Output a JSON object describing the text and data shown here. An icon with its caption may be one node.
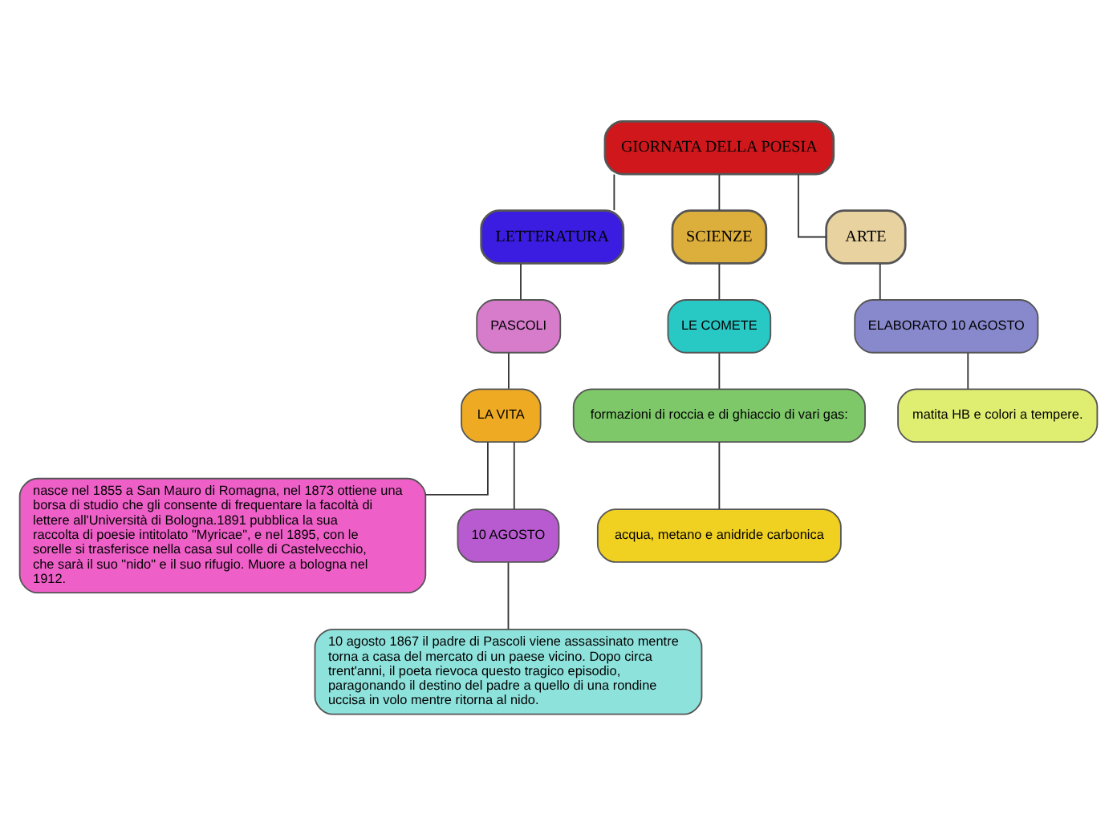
{
  "diagram": {
    "nodes": [
      {
        "text": [
          "GIORNATA DELLA POESIA"
        ]
      },
      {
        "text": [
          "LETTERATURA"
        ]
      },
      {
        "text": [
          "SCIENZE"
        ]
      },
      {
        "text": [
          "ARTE"
        ]
      },
      {
        "text": [
          "PASCOLI"
        ]
      },
      {
        "text": [
          "LA VITA"
        ]
      },
      {
        "text": [
          "nasce nel 1855 a San Mauro di Romagna, nel 1873 ottiene una borsa di studio che gli consente di frequentare la facoltà di lettere all'Università di Bologna.1891 pubblica la sua raccolta di poesie intitolato \"Myricae\", e nel 1895, con le sorelle si trasferisce nella casa sul colle di Castelvecchio, che sarà il suo \"nido\" e il suo rifugio. Muore a bologna nel 1912."
        ]
      },
      {
        "text": [
          "10 AGOSTO"
        ]
      },
      {
        "text": [
          "10 agosto 1867 il padre di Pascoli viene assassinato mentre torna a casa del mercato di un paese vicino. Dopo circa trent'anni, il poeta rievoca questo tragico episodio, paragonando il destino del padre a quello di una rondine uccisa in volo mentre ritorna al nido."
        ]
      },
      {
        "text": [
          "LE COMETE"
        ]
      },
      {
        "text": [
          "formazioni di roccia e di ghiaccio di vari gas:"
        ]
      },
      {
        "text": [
          "acqua, metano e anidride carbonica"
        ]
      },
      {
        "text": [
          "ELABORATO 10 AGOSTO"
        ]
      },
      {
        "text": [
          "matita HB e colori a tempere."
        ]
      }
    ],
    "edges": [
      {
        "from": 0,
        "to": 1,
        "arrow": "none"
      },
      {
        "from": 0,
        "to": 2,
        "arrow": "none"
      },
      {
        "from": 0,
        "to": 3,
        "arrow": "none"
      },
      {
        "from": 1,
        "to": 4,
        "arrow": "none"
      },
      {
        "from": 4,
        "to": 5,
        "arrow": "none"
      },
      {
        "from": 5,
        "to": 6,
        "arrow": "none"
      },
      {
        "from": 5,
        "to": 7,
        "arrow": "none"
      },
      {
        "from": 7,
        "to": 8,
        "arrow": "none"
      },
      {
        "from": 2,
        "to": 9,
        "arrow": "none"
      },
      {
        "from": 9,
        "to": 10,
        "arrow": "none"
      },
      {
        "from": 10,
        "to": 11,
        "arrow": "none"
      },
      {
        "from": 3,
        "to": 12,
        "arrow": "none"
      },
      {
        "from": 12,
        "to": 13,
        "arrow": "none"
      }
    ]
  }
}
